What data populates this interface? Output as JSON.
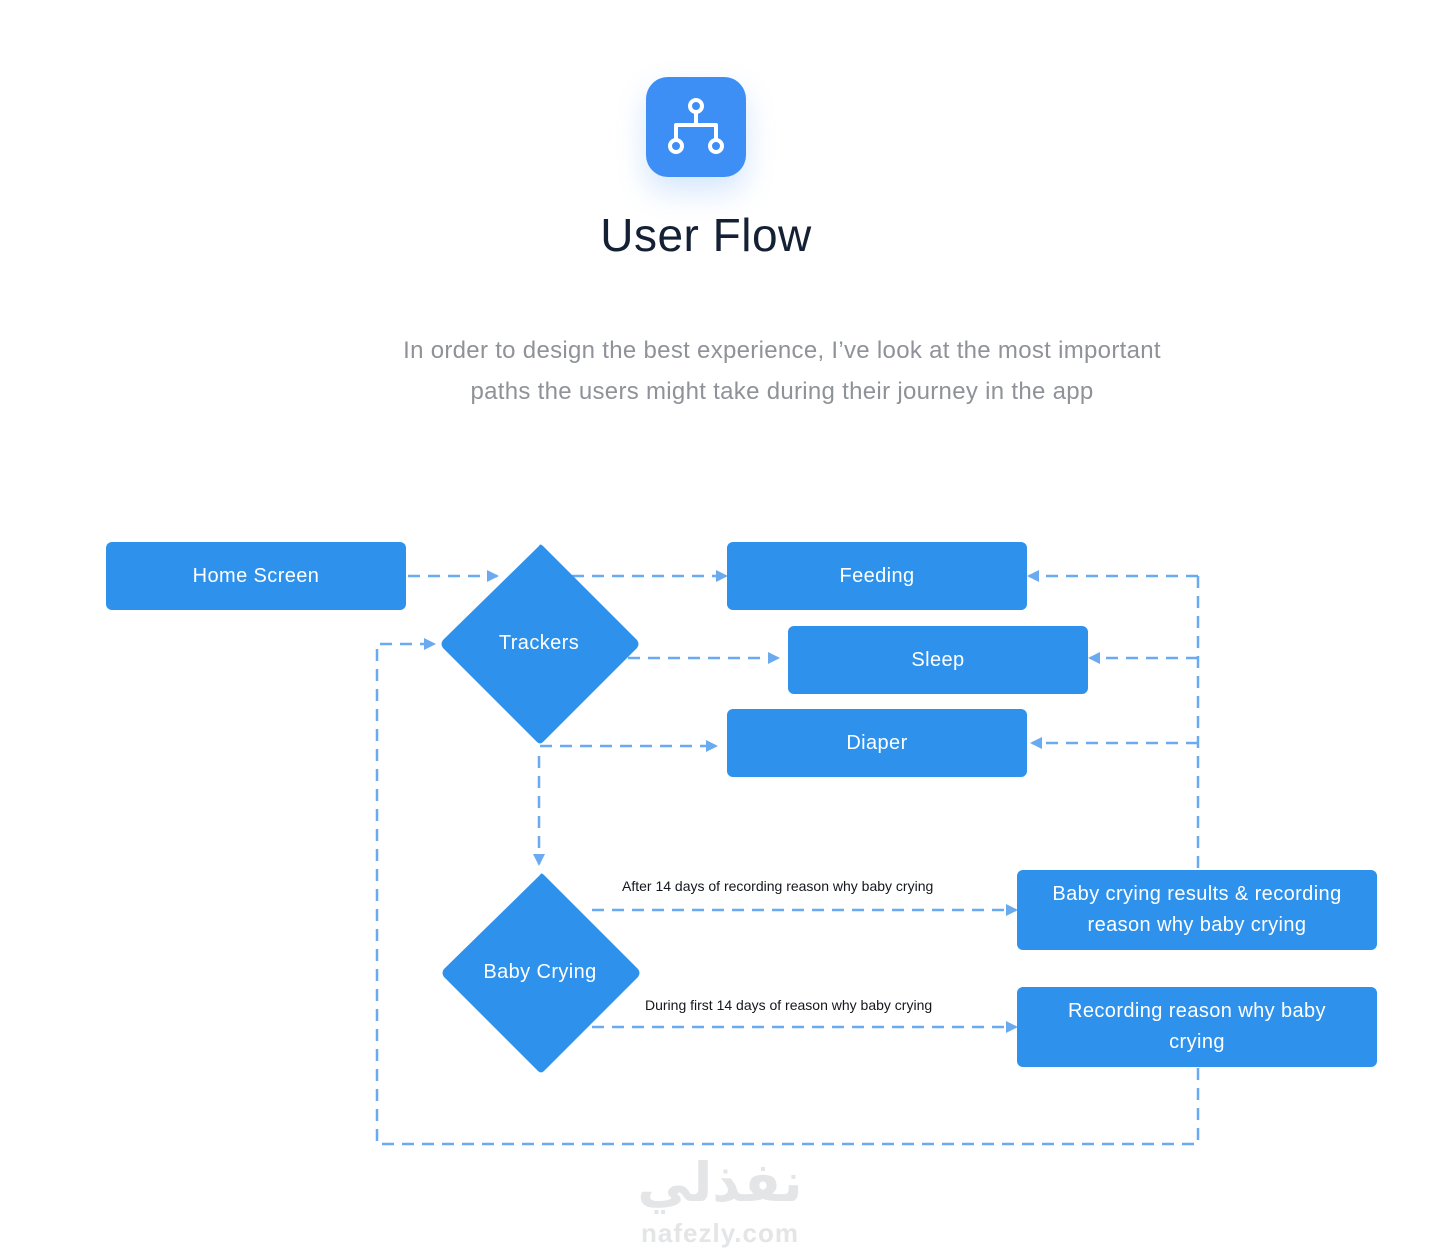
{
  "header": {
    "icon": "flow-chart-icon",
    "title": "User Flow",
    "intro": "In order to design the best experience, I’ve look at the most important paths the users might take during their journey in the app"
  },
  "flow": {
    "nodes": {
      "home": "Home Screen",
      "trackers": "Trackers",
      "feeding": "Feeding",
      "sleep": "Sleep",
      "diaper": "Diaper",
      "baby_crying": "Baby Crying",
      "results": "Baby crying results & recording reason why baby crying",
      "recording": "Recording reason why baby crying"
    },
    "edges": [
      {
        "from": "home",
        "to": "trackers",
        "label": ""
      },
      {
        "from": "trackers",
        "to": "feeding",
        "label": ""
      },
      {
        "from": "trackers",
        "to": "sleep",
        "label": ""
      },
      {
        "from": "trackers",
        "to": "diaper",
        "label": ""
      },
      {
        "from": "trackers",
        "to": "baby_crying",
        "label": ""
      },
      {
        "from": "baby_crying",
        "to": "results",
        "label": "After 14 days of recording reason why baby crying"
      },
      {
        "from": "baby_crying",
        "to": "recording",
        "label": "During first 14 days of reason why baby crying"
      },
      {
        "from": "results",
        "to": "feeding",
        "label": ""
      },
      {
        "from": "results",
        "to": "sleep",
        "label": ""
      },
      {
        "from": "results",
        "to": "diaper",
        "label": ""
      },
      {
        "from": "recording",
        "to": "trackers",
        "label": ""
      }
    ]
  },
  "colors": {
    "node": "#2e92ec",
    "icon_tile": "#3d8ef5",
    "connector": "#6aaaf0",
    "title": "#142033",
    "intro": "#8f9298"
  },
  "watermark": {
    "arabic": "نفذلي",
    "domain": "nafezly.com"
  }
}
